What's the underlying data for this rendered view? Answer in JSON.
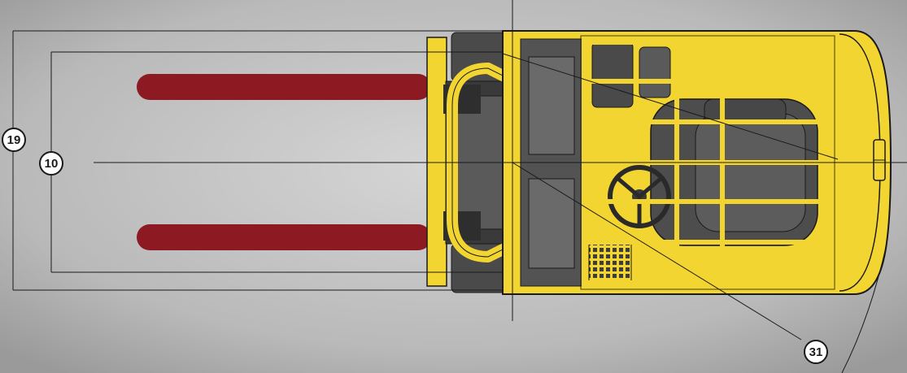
{
  "callouts": [
    {
      "id": "c19",
      "label": "19"
    },
    {
      "id": "c10",
      "label": "10"
    },
    {
      "id": "c31",
      "label": "31"
    }
  ],
  "colors": {
    "background": "#b8b8b8",
    "chassis": "#f2d531",
    "tires": "#4a4a4a",
    "forks": "#8d1a22",
    "seat": "#4d4d4d",
    "lines": "#1a1a1a",
    "callout_fill": "#ffffff"
  },
  "icons": {
    "counterweight": "counterweight-shape",
    "steering_wheel": "steering-wheel-icon",
    "overhead_guard": "overhead-guard-grid"
  }
}
